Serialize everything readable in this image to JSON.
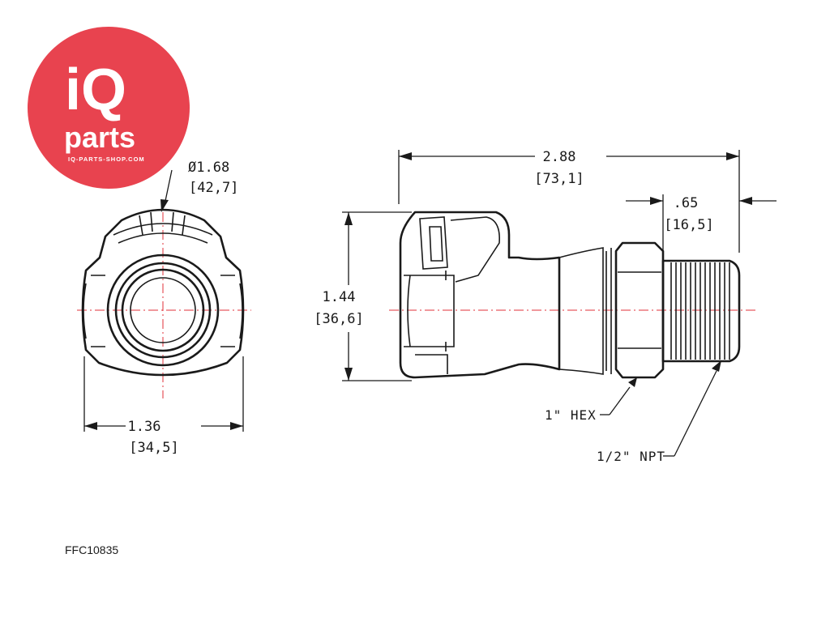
{
  "logo": {
    "big_text": "iQ",
    "parts_text": "parts",
    "site_text": "IQ-PARTS-SHOP.COM",
    "circle_color": "#e8434f"
  },
  "front_view": {
    "diameter_in": "Ø1.68",
    "diameter_mm": "[42,7]",
    "width_in": "1.36",
    "width_mm": "[34,5]"
  },
  "side_view": {
    "length_in": "2.88",
    "length_mm": "[73,1]",
    "thread_len_in": ".65",
    "thread_len_mm": "[16,5]",
    "height_in": "1.44",
    "height_mm": "[36,6]",
    "hex_label": "1\" HEX",
    "npt_label": "1/2\" NPT"
  },
  "part_code": "FFC10835",
  "colors": {
    "linework": "#1a1a1a",
    "centerline": "#e0303a"
  }
}
